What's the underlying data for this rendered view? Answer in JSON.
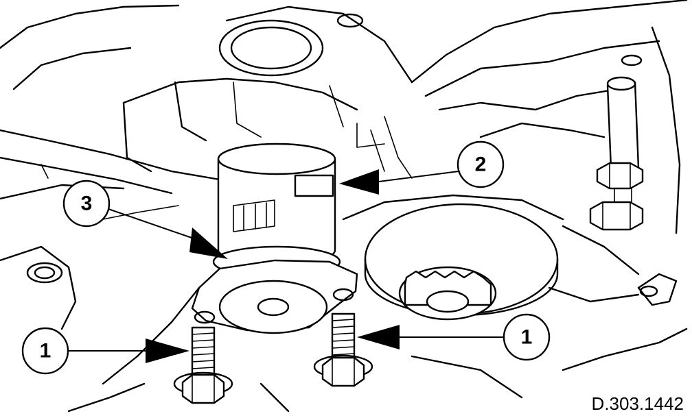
{
  "drawing": {
    "reference_code": "D.303.1442",
    "callouts": [
      {
        "id": "callout-2",
        "label": "2"
      },
      {
        "id": "callout-3",
        "label": "3"
      },
      {
        "id": "callout-1-left",
        "label": "1"
      },
      {
        "id": "callout-1-right",
        "label": "1"
      }
    ]
  }
}
